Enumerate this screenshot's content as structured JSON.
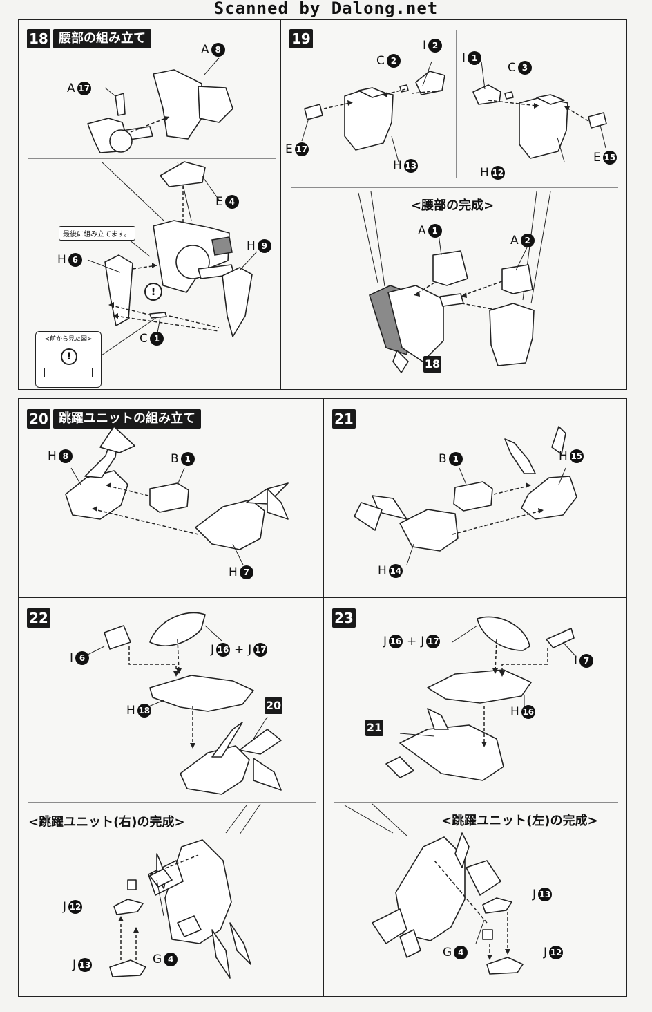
{
  "header": "Scanned by Dalong.net",
  "steps": {
    "s18": {
      "number": "18",
      "title": "腰部の組み立て",
      "note": "最後に組み立てます。",
      "view_label": "<前から見た図>",
      "labels": [
        {
          "letter": "A",
          "num": "8"
        },
        {
          "letter": "A",
          "num": "17"
        },
        {
          "letter": "E",
          "num": "4"
        },
        {
          "letter": "H",
          "num": "6"
        },
        {
          "letter": "H",
          "num": "9"
        },
        {
          "letter": "C",
          "num": "1"
        }
      ]
    },
    "s19": {
      "number": "19",
      "subtitle": "<腰部の完成>",
      "ref": "18",
      "labels": [
        {
          "letter": "C",
          "num": "2"
        },
        {
          "letter": "I",
          "num": "2"
        },
        {
          "letter": "I",
          "num": "1"
        },
        {
          "letter": "C",
          "num": "3"
        },
        {
          "letter": "E",
          "num": "17"
        },
        {
          "letter": "H",
          "num": "13"
        },
        {
          "letter": "H",
          "num": "12"
        },
        {
          "letter": "E",
          "num": "15"
        },
        {
          "letter": "A",
          "num": "1"
        },
        {
          "letter": "A",
          "num": "2"
        }
      ]
    },
    "s20": {
      "number": "20",
      "title": "跳躍ユニットの組み立て",
      "labels": [
        {
          "letter": "H",
          "num": "8"
        },
        {
          "letter": "B",
          "num": "1"
        },
        {
          "letter": "H",
          "num": "7"
        }
      ]
    },
    "s21": {
      "number": "21",
      "labels": [
        {
          "letter": "B",
          "num": "1"
        },
        {
          "letter": "H",
          "num": "15"
        },
        {
          "letter": "H",
          "num": "14"
        }
      ]
    },
    "s22": {
      "number": "22",
      "subtitle": "<跳躍ユニット(右)の完成>",
      "ref": "20",
      "labels": [
        {
          "letter": "I",
          "num": "6"
        },
        {
          "letter": "J",
          "num": "16"
        },
        {
          "letter": "J",
          "num": "17"
        },
        {
          "letter": "H",
          "num": "18"
        },
        {
          "letter": "J",
          "num": "12"
        },
        {
          "letter": "J",
          "num": "13"
        },
        {
          "letter": "G",
          "num": "4"
        }
      ],
      "plus": "+"
    },
    "s23": {
      "number": "23",
      "subtitle": "<跳躍ユニット(左)の完成>",
      "ref": "21",
      "labels": [
        {
          "letter": "J",
          "num": "16"
        },
        {
          "letter": "J",
          "num": "17"
        },
        {
          "letter": "I",
          "num": "7"
        },
        {
          "letter": "H",
          "num": "16"
        },
        {
          "letter": "J",
          "num": "13"
        },
        {
          "letter": "G",
          "num": "4"
        },
        {
          "letter": "J",
          "num": "12"
        }
      ],
      "plus": "+"
    }
  },
  "icons": {
    "caution": "exclamation-icon"
  }
}
